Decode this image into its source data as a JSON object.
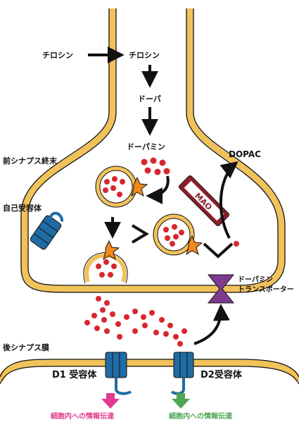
{
  "pathway": {
    "tyrosine_left": "チロシン",
    "tyrosine_right": "チロシン",
    "dopa": "ドーパ",
    "dopamine": "ドーパミン"
  },
  "labels": {
    "presynaptic_terminal": "前シナプス終末",
    "autoreceptor": "自己受容体",
    "mao": "MAO",
    "dopac": "DOPAC",
    "transporter_line1": "ドーパミン",
    "transporter_line2": "トランスポーター",
    "postsynaptic_membrane": "後シナプス膜",
    "d1_receptor": "D1 受容体",
    "d2_receptor": "D2受容体",
    "d1_signal": "細胞内への情報伝達",
    "d2_signal": "細胞内への情報伝達"
  },
  "colors": {
    "membrane": "#f2c25a",
    "dopamine_dot": "#d8262f",
    "mao_fill": "#8a1f2a",
    "transporter": "#7e3a8e",
    "receptor": "#1f6ca5",
    "d1_signal": "#e13a8e",
    "d2_signal": "#4ea552",
    "vesicle_pump": "#f08a1c"
  },
  "icons": {
    "vesicle_pump": "orange-star-pump-icon",
    "receptor": "blue-receptor-channel-icon",
    "transporter": "purple-hourglass-transporter-icon"
  }
}
